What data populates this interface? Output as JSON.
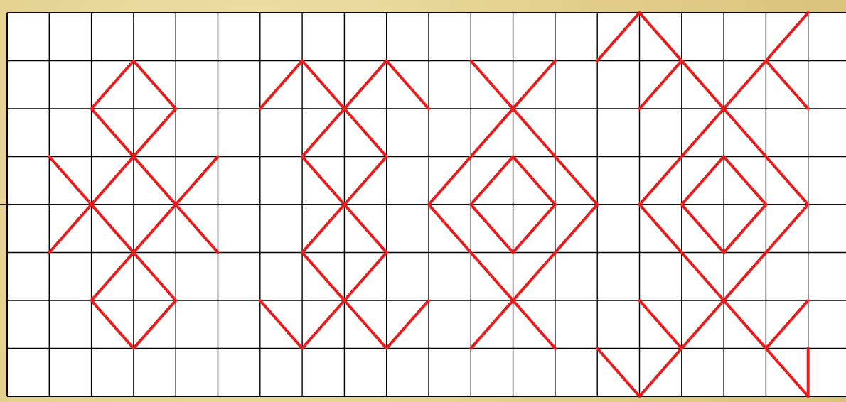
{
  "colors": {
    "frame": "#e3cf8c",
    "paper": "#ffffff",
    "grid": "#000000",
    "pattern": "#e81c1c"
  },
  "pattern": {
    "name": "diagonal-ornament-pattern",
    "grid_cols": 19,
    "grid_rows": 8,
    "segments": [
      [
        2,
        2,
        3,
        1
      ],
      [
        3,
        1,
        4,
        2
      ],
      [
        4,
        2,
        3,
        3
      ],
      [
        3,
        3,
        2,
        2
      ],
      [
        1,
        3,
        2,
        4
      ],
      [
        2,
        4,
        3,
        3
      ],
      [
        3,
        3,
        4,
        4
      ],
      [
        4,
        4,
        5,
        3
      ],
      [
        1,
        5,
        2,
        4
      ],
      [
        2,
        4,
        3,
        5
      ],
      [
        3,
        5,
        4,
        4
      ],
      [
        4,
        4,
        5,
        5
      ],
      [
        2,
        6,
        3,
        5
      ],
      [
        3,
        5,
        4,
        6
      ],
      [
        4,
        6,
        3,
        7
      ],
      [
        3,
        7,
        2,
        6
      ],
      [
        6,
        2,
        7,
        1
      ],
      [
        7,
        1,
        8,
        2
      ],
      [
        8,
        2,
        9,
        1
      ],
      [
        9,
        1,
        10,
        2
      ],
      [
        8,
        2,
        9,
        3
      ],
      [
        9,
        3,
        8,
        4
      ],
      [
        8,
        4,
        7,
        3
      ],
      [
        7,
        3,
        8,
        2
      ],
      [
        8,
        4,
        9,
        5
      ],
      [
        9,
        5,
        8,
        6
      ],
      [
        8,
        6,
        7,
        5
      ],
      [
        7,
        5,
        8,
        4
      ],
      [
        6,
        6,
        7,
        7
      ],
      [
        7,
        7,
        8,
        6
      ],
      [
        8,
        6,
        9,
        7
      ],
      [
        9,
        7,
        10,
        6
      ],
      [
        11,
        1,
        12,
        2
      ],
      [
        12,
        2,
        13,
        1
      ],
      [
        12,
        2,
        14,
        4
      ],
      [
        14,
        4,
        12,
        6
      ],
      [
        12,
        6,
        10,
        4
      ],
      [
        10,
        4,
        12,
        2
      ],
      [
        12,
        3,
        13,
        4
      ],
      [
        13,
        4,
        12,
        5
      ],
      [
        12,
        5,
        11,
        4
      ],
      [
        11,
        4,
        12,
        3
      ],
      [
        12,
        6,
        11,
        7
      ],
      [
        12,
        6,
        13,
        7
      ],
      [
        14,
        1,
        15,
        0
      ],
      [
        15,
        0,
        16,
        1
      ],
      [
        16,
        1,
        17,
        2
      ],
      [
        17,
        2,
        18,
        1
      ],
      [
        18,
        1,
        19,
        0
      ],
      [
        15,
        2,
        16,
        1
      ],
      [
        18,
        1,
        19,
        2
      ],
      [
        17,
        2,
        19,
        4
      ],
      [
        19,
        4,
        17,
        6
      ],
      [
        17,
        6,
        15,
        4
      ],
      [
        15,
        4,
        17,
        2
      ],
      [
        17,
        3,
        18,
        4
      ],
      [
        18,
        4,
        17,
        5
      ],
      [
        17,
        5,
        16,
        4
      ],
      [
        16,
        4,
        17,
        3
      ],
      [
        15,
        6,
        16,
        7
      ],
      [
        16,
        7,
        17,
        6
      ],
      [
        17,
        6,
        18,
        7
      ],
      [
        18,
        7,
        19,
        6
      ],
      [
        14,
        7,
        15,
        8
      ],
      [
        15,
        8,
        16,
        7
      ],
      [
        18,
        7,
        19,
        8
      ],
      [
        19,
        8,
        19,
        7
      ]
    ]
  }
}
